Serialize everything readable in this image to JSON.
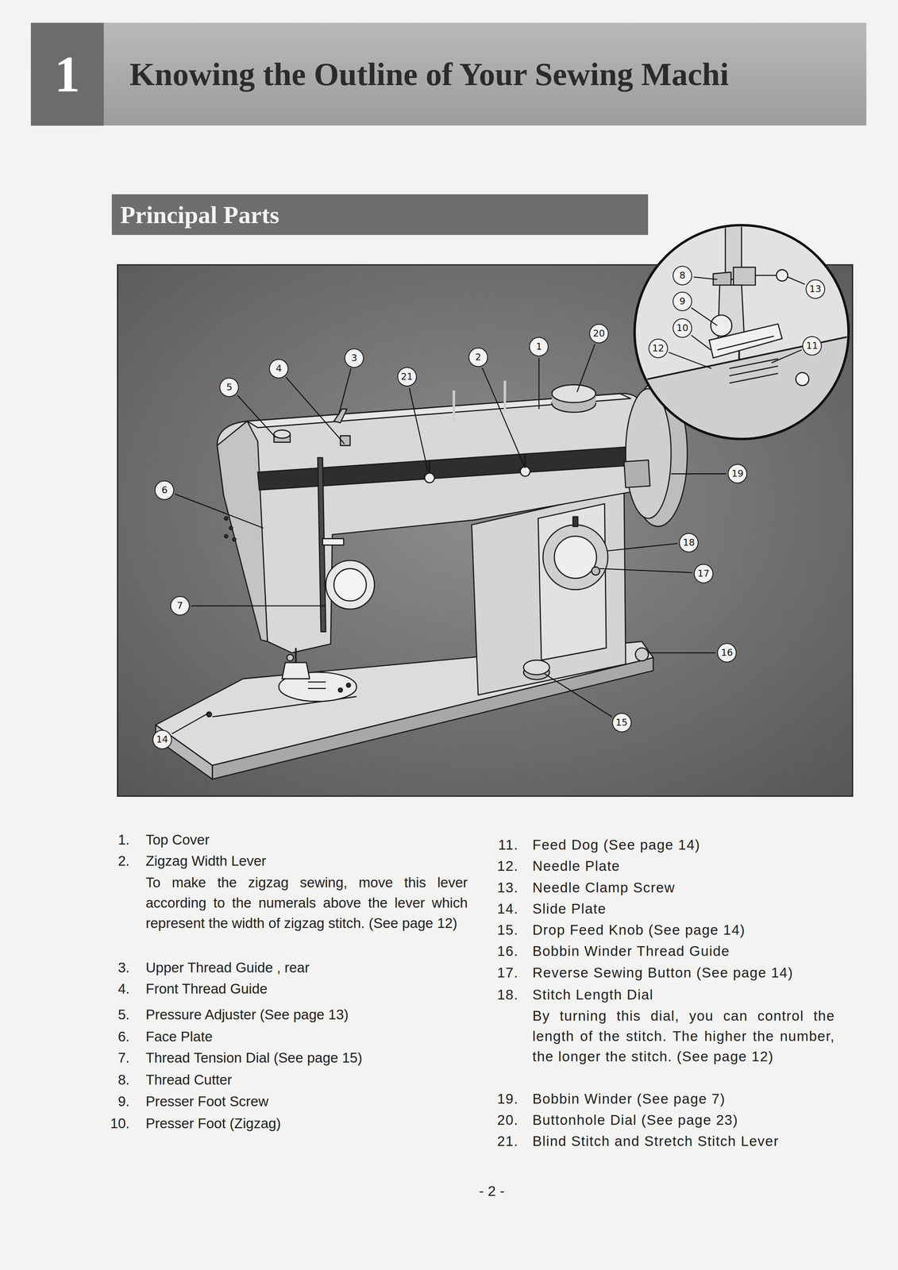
{
  "diagram": {
    "title": "Knowing the Outline of Your Sewing Machi",
    "nodes": [
      {
        "text": [
          "1"
        ]
      },
      {
        "text": [
          "Principal Parts"
        ]
      },
      {
        "text": [
          "1"
        ]
      },
      {
        "text": [
          "2"
        ]
      },
      {
        "text": [
          "3"
        ]
      },
      {
        "text": [
          "4"
        ]
      },
      {
        "text": [
          "5"
        ]
      },
      {
        "text": [
          "6"
        ]
      },
      {
        "text": [
          "7"
        ]
      },
      {
        "text": [
          "8"
        ]
      },
      {
        "text": [
          "9"
        ]
      },
      {
        "text": [
          "10"
        ]
      },
      {
        "text": [
          "11"
        ]
      },
      {
        "text": [
          "12"
        ]
      },
      {
        "text": [
          "13"
        ]
      },
      {
        "text": [
          "14"
        ]
      },
      {
        "text": [
          "15"
        ]
      },
      {
        "text": [
          "16"
        ]
      },
      {
        "text": [
          "17"
        ]
      },
      {
        "text": [
          "18"
        ]
      },
      {
        "text": [
          "19"
        ]
      },
      {
        "text": [
          "20"
        ]
      },
      {
        "text": [
          "21"
        ]
      }
    ],
    "labels": [
      "1.",
      "Top Cover",
      "2.",
      "Zigzag Width Lever",
      "To make the zigzag sewing, move this lever according to the numerals above the lever which represent the width of zigzag stitch. (See page 12)",
      "3.",
      "Upper Thread Guide , rear",
      "4.",
      "Front Thread Guide",
      "5.",
      "Pressure Adjuster (See page 13)",
      "6.",
      "Face Plate",
      "7.",
      "Thread Tension Dial (See page 15)",
      "8.",
      "Thread Cutter",
      "9.",
      "Presser Foot Screw",
      "10.",
      "Presser Foot (Zigzag)",
      "11.",
      "Feed Dog (See page 14)",
      "12.",
      "Needle Plate",
      "13.",
      "Needle Clamp Screw",
      "14.",
      "Slide Plate",
      "15.",
      "Drop Feed Knob (See page 14)",
      "16.",
      "Bobbin Winder Thread Guide",
      "17.",
      "Reverse Sewing Button (See page 14)",
      "18.",
      "Stitch Length Dial",
      "By turning this dial, you can control the length of the stitch. The higher the number, the longer the stitch. (See page 12)",
      "19.",
      "Bobbin Winder (See page 7)",
      "20.",
      "Buttonhole Dial (See page 23)",
      "21.",
      "Blind Stitch and Stretch Stitch Lever",
      "- 2 -"
    ]
  }
}
